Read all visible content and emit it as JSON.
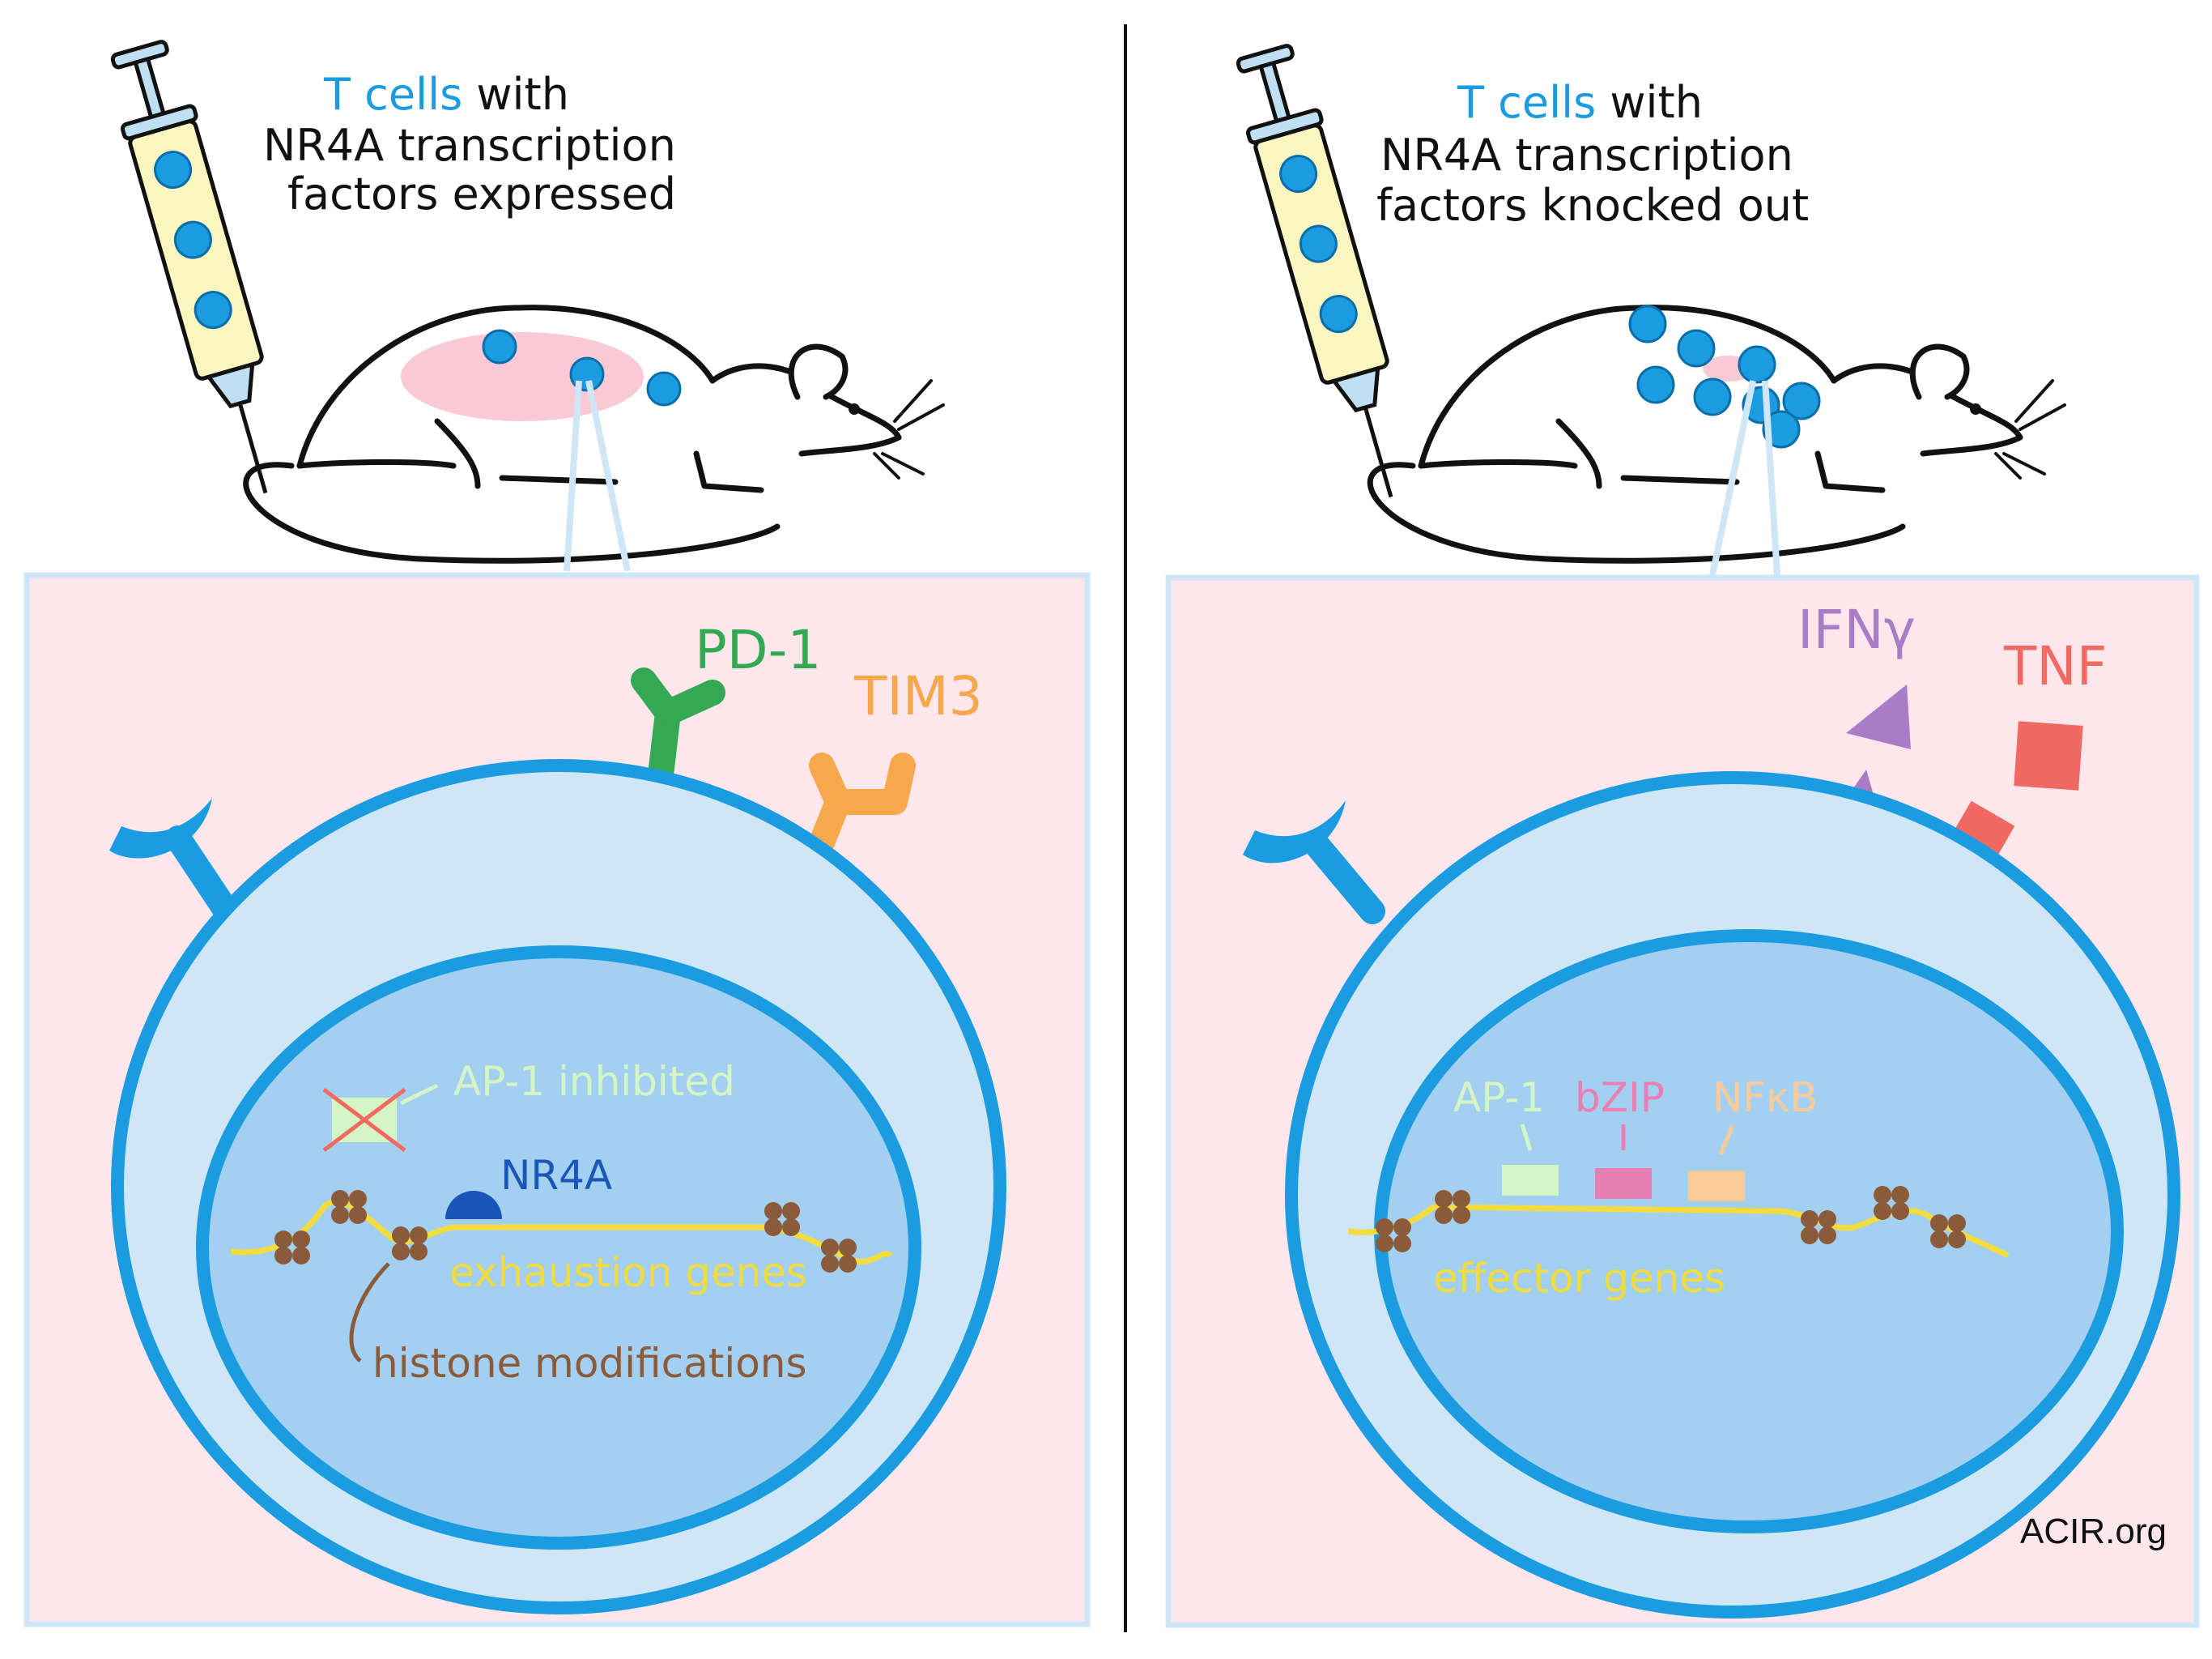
{
  "left_panel": {
    "caption_highlight": "T cells",
    "caption_line1_rest": " with",
    "caption_line2": "NR4A transcription",
    "caption_line3": "factors expressed",
    "receptor_pd1": "PD-1",
    "receptor_tim3": "TIM3",
    "ap1_label": "AP-1 inhibited",
    "nr4a_label": "NR4A",
    "genes_label": "exhaustion genes",
    "histone_label": "histone modifications"
  },
  "right_panel": {
    "caption_highlight": "T cells",
    "caption_line1_rest": " with",
    "caption_line2": "NR4A transcription",
    "caption_line3": "factors knocked out",
    "cytokine_ifng": "IFNγ",
    "cytokine_tnf": "TNF",
    "tf_ap1": "AP-1",
    "tf_bzip": "bZIP",
    "tf_nfkb": "NFκB",
    "genes_label": "effector genes"
  },
  "credit": "ACIR.org",
  "colors": {
    "t_cell": "#1b9be0",
    "pd1": "#34a853",
    "tim3": "#f6a84a",
    "ap1": "#d6f5c6",
    "nr4a": "#1a56b8",
    "bzip": "#e77fb3",
    "nfkb": "#fbcc9a",
    "ifng": "#a97cc6",
    "tnf": "#f06a62",
    "dna": "#f3dc3e",
    "histone": "#8a5a3a",
    "panel_bg": "#fde6ec",
    "cytoplasm": "#cfe6f7",
    "nucleus": "#a3d0f0"
  }
}
